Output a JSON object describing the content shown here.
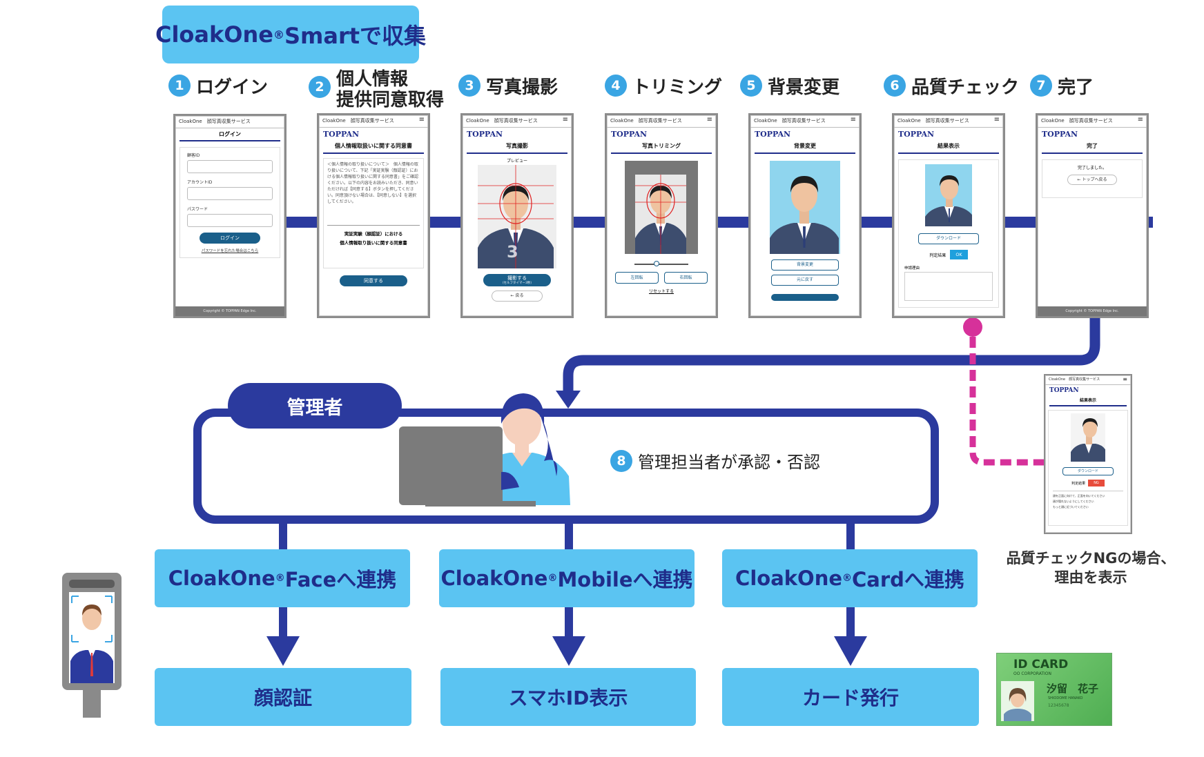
{
  "title": {
    "brand": "CloakOne",
    "reg": "®",
    "suffix": " Smartで収集"
  },
  "steps": [
    {
      "num": "1",
      "label": "ログイン"
    },
    {
      "num": "2",
      "label": "個人情報",
      "label2": "提供同意取得"
    },
    {
      "num": "3",
      "label": "写真撮影"
    },
    {
      "num": "4",
      "label": "トリミング"
    },
    {
      "num": "5",
      "label": "背景変更"
    },
    {
      "num": "6",
      "label": "品質チェック"
    },
    {
      "num": "7",
      "label": "完了"
    }
  ],
  "admin": {
    "label": "管理者",
    "num": "8",
    "text": "管理担当者が承認・否認"
  },
  "integrations": [
    {
      "brand": "CloakOne",
      "reg": "®",
      "suffix": " Faceへ連携",
      "result": "顔認証"
    },
    {
      "brand": "CloakOne",
      "reg": "®",
      "suffix": " Mobileへ連携",
      "result": "スマホID表示"
    },
    {
      "brand": "CloakOne",
      "reg": "®",
      "suffix": " Cardへ連携",
      "result": "カード発行"
    }
  ],
  "ng_note": {
    "line1": "品質チェックNGの場合、",
    "line2": "理由を表示"
  },
  "id_card": {
    "title": "ID CARD",
    "company": "OO CORPORATION",
    "name": "汐留　花子",
    "romaji": "SHIODOME HANAKO",
    "number": "12345678"
  },
  "screens": {
    "header_small": "CloakOne　顔写真収集サービス",
    "brand": "TOPPAN",
    "footer": "Copyright © TOPPAN Edge Inc.",
    "login": {
      "title": "ログイン",
      "f1": "顧客ID",
      "f2": "アカウントID",
      "f3": "パスワード",
      "button": "ログイン",
      "link": "パスワードを忘れた場合はこちら"
    },
    "consent": {
      "title": "個人情報取扱いに関する同意書",
      "para": "＜個人情報の取り扱いについて＞　個人情報の取り扱いについて、下記「実証実験（顔認証）における個人情報取り扱いに関する同意書」をご確認ください。以下の内容をお読みいただき、同意いただければ【同意する】ボタンを押してください。同意頂けない場合は、【同意しない】を選択してください。",
      "sub1": "実証実験（顔認証）における",
      "sub2": "個人情報取り扱いに関する同意書",
      "button": "同意する"
    },
    "photo": {
      "title": "写真撮影",
      "preview": "プレビュー",
      "countdown": "3",
      "button": "撮影する",
      "button_sub": "（セルフタイマー3秒）",
      "back": "← 戻る"
    },
    "trim": {
      "title": "写真トリミング",
      "rot_left": "左回転",
      "rot_right": "右回転",
      "reset": "リセットする"
    },
    "bg": {
      "title": "背景変更",
      "btn1": "背景変更",
      "btn2": "元に戻す"
    },
    "result": {
      "title": "結果表示",
      "download": "ダウンロード",
      "judge": "判定結果",
      "ok": "OK",
      "reason": "申請理由"
    },
    "done": {
      "title": "完了",
      "message": "完了しました。",
      "button": "← トップへ戻る"
    },
    "ng": {
      "title": "結果表示",
      "download": "ダウンロード",
      "judge": "判定結果",
      "ng": "NG",
      "r1": "顔を正面に向けて、正面を向いてください",
      "r2": "顔が隠れないようにしてください",
      "r3": "もっと顔に近づいてください"
    }
  },
  "colors": {
    "navy": "#2b3a9e",
    "sky": "#5bc4f2",
    "magenta": "#d6319a",
    "text_navy": "#1f2d8a"
  }
}
